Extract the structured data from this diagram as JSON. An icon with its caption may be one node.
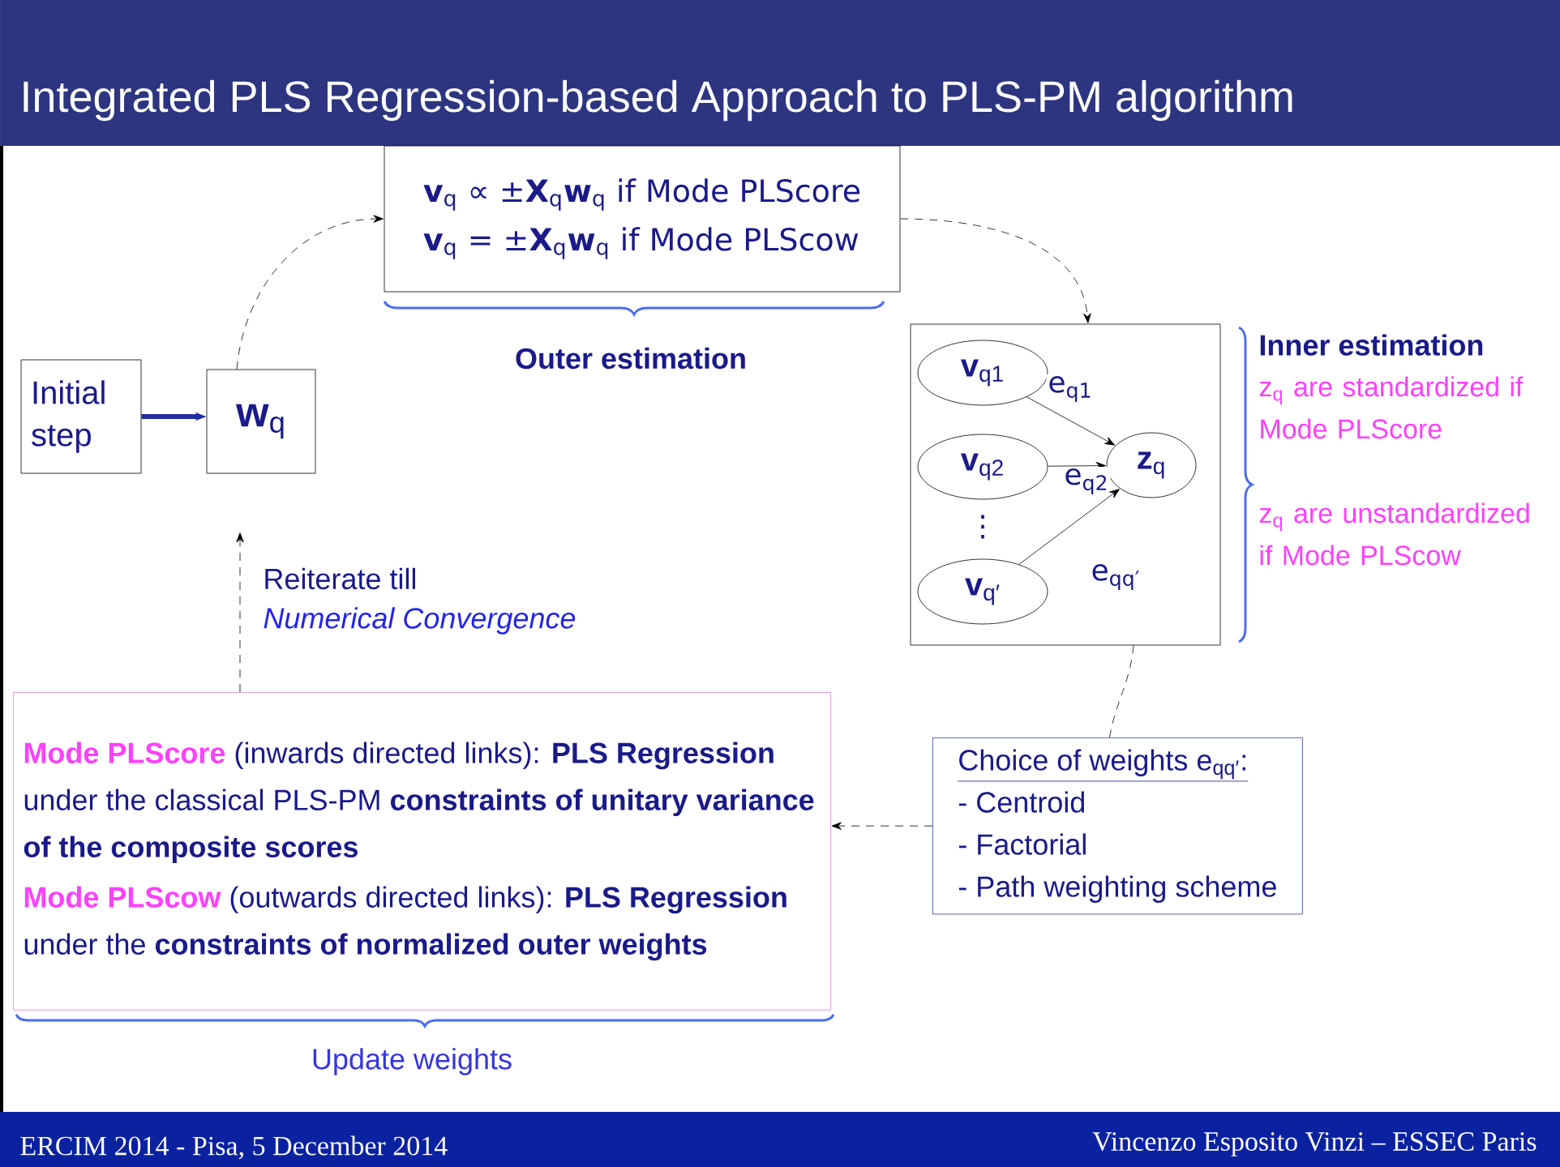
{
  "diagram": {
    "title": "Integrated PLS Regression-based Approach to PLS-PM algorithm",
    "nodes": [
      {
        "text": [
          "Initial step"
        ]
      },
      {
        "text": [
          "**w**$_{q}$"
        ]
      },
      {
        "text": [
          "**v**$_{q}$ ∝ ±**X**$_{q}$**w**$_{q}$ if Mode PLScore",
          "**v**$_{q}$ = ±**X**$_{q}$**w**$_{q}$ if Mode PLScow"
        ],
        "beside": [
          "Outer estimation"
        ]
      },
      {
        "text": [],
        "shape": "box",
        "beside": [
          "Inner estimation",
          "z$_{q}$ are standardized if Mode PLScore",
          "z$_{q}$ are unstandardized if Mode PLScow"
        ]
      },
      {
        "text": [
          "**v**$_{q1}$"
        ],
        "in": 3
      },
      {
        "text": [
          "**v**$_{q2}$"
        ],
        "in": 3
      },
      {
        "text": [
          "**v**$_{q′}$"
        ],
        "in": 3
      },
      {
        "text": [
          "**z**$_{q}$"
        ],
        "in": 3
      },
      {
        "text": [
          "Mode PLScore",
          "(inwards directed links): **PLS Regression** under the classical PLS-PM **constraints of unitary variance of the composite scores**",
          "Mode PLScow",
          "(outwards directed links): **PLS Regression** under the **constraints of normalized outer weights**"
        ],
        "beside": [
          "Update weights"
        ]
      },
      {
        "text": [
          "Choice of weights e$_{qq′}$:",
          "- Centroid",
          "- Factorial",
          "- Path weighting scheme"
        ]
      }
    ],
    "edges": [
      {
        "from": 0,
        "to": 1,
        "arrow": "to",
        "style": "thick",
        "color": "#1f2fa0"
      },
      {
        "from": 1,
        "to": 2,
        "arrow": "to",
        "style": "dashed"
      },
      {
        "from": 2,
        "to": 3,
        "arrow": "to",
        "style": "dashed"
      },
      {
        "from": 4,
        "to": 7,
        "arrow": "to",
        "label": "e$_{q1}$"
      },
      {
        "from": 5,
        "to": 7,
        "arrow": "to",
        "label": "e$_{q2}$"
      },
      {
        "from": 6,
        "to": 7,
        "arrow": "to",
        "label": "e$_{qq′}$"
      },
      {
        "from": 3,
        "to": 9,
        "arrow": "none",
        "style": "dashed"
      },
      {
        "from": 9,
        "to": 8,
        "arrow": "to",
        "style": "dashed"
      },
      {
        "from": 8,
        "to": 1,
        "arrow": "to",
        "style": "dashed"
      }
    ],
    "labels": [
      "⋮",
      "Reiterate till",
      "Numerical Convergence",
      "ERCIM 2014 - Pisa, 5 December 2014",
      "Vincenzo Esposito Vinzi – ESSEC Paris"
    ]
  }
}
